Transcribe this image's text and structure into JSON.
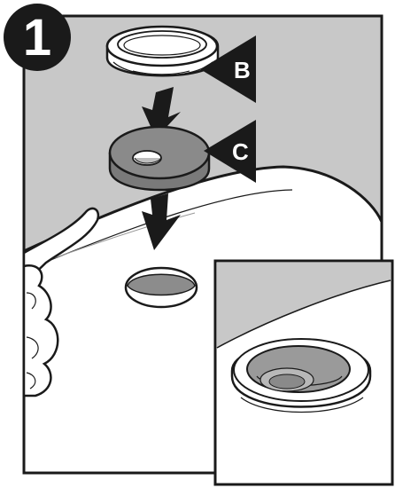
{
  "step": {
    "number": "1"
  },
  "callouts": [
    {
      "id": "b",
      "letter": "B",
      "part": "escutcheon-ring"
    },
    {
      "id": "c",
      "letter": "C",
      "part": "rubber-gasket"
    }
  ],
  "colors": {
    "panel_bg": "#c8c8c8",
    "counter": "#ffffff",
    "outline": "#1a1a1a",
    "gasket": "#7a7a7a",
    "hole_fill": "#8c8c8c",
    "badge_bg": "#1a1a1a"
  },
  "icons": [
    "arrow-down-icon",
    "arrow-down-icon",
    "callout-pointer-icon"
  ]
}
